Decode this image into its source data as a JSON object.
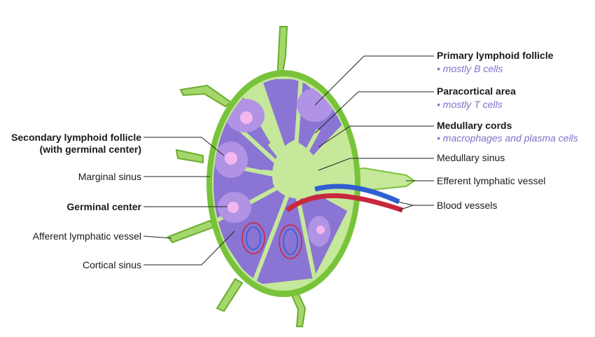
{
  "labels": {
    "primary_follicle": "Primary lymphoid follicle",
    "primary_follicle_note": "• mostly B cells",
    "paracortical_area": "Paracortical area",
    "paracortical_note": "• mostly T cells",
    "medullary_cords": "Medullary cords",
    "medullary_cords_note": "• macrophages and plasma cells",
    "medullary_sinus": "Medullary sinus",
    "efferent_vessel": "Efferent lymphatic vessel",
    "blood_vessels": "Blood vessels",
    "secondary_follicle_line1": "Secondary lymphoid follicle",
    "secondary_follicle_line2": "(with germinal center)",
    "marginal_sinus": "Marginal sinus",
    "germinal_center": "Germinal center",
    "afferent_vessel": "Afferent lymphatic vessel",
    "cortical_sinus": "Cortical sinus"
  },
  "colors": {
    "capsule": "#79c33b",
    "capsule_light": "#c5e89a",
    "cortex": "#8a74d4",
    "follicle": "#b193e6",
    "germinal": "#f2b7ee",
    "artery": "#c8283c",
    "vein": "#2f5fd0",
    "note": "#7b73c9"
  }
}
